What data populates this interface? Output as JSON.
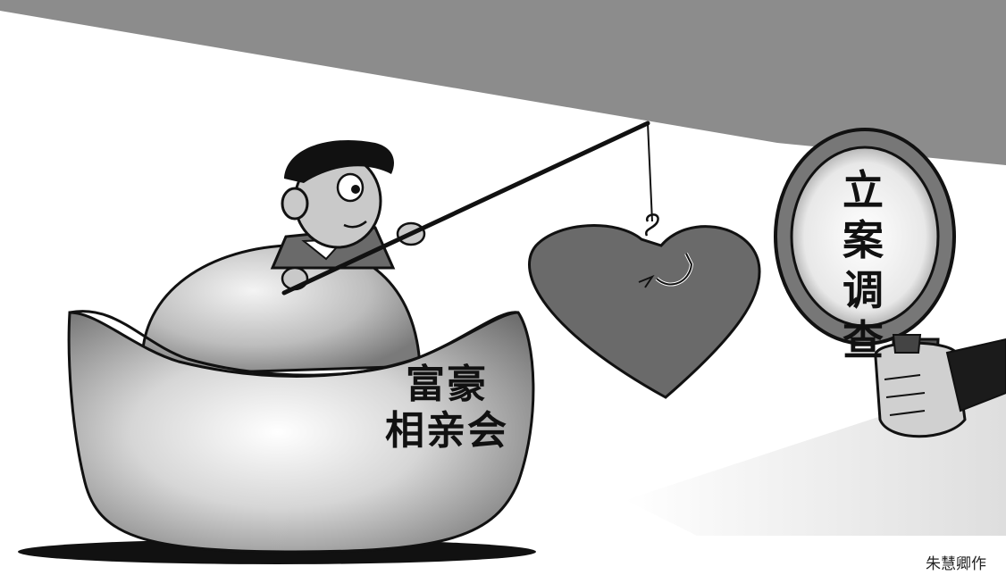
{
  "ingot_label": {
    "line1": "富豪",
    "line2": "相亲会"
  },
  "magnifier_label": {
    "chars": [
      "立",
      "案",
      "调",
      "查"
    ]
  },
  "credit": "朱慧卿作",
  "colors": {
    "ceiling": "#8c8c8c",
    "ink": "#111111",
    "heart": "#6a6a6a",
    "paper": "#ffffff"
  }
}
